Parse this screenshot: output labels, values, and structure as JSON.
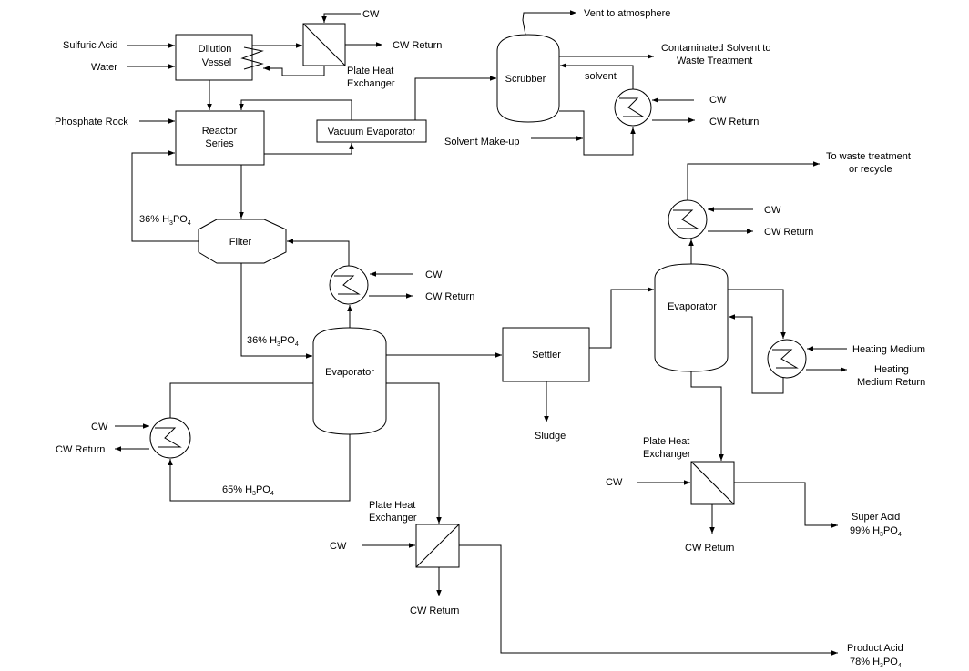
{
  "labels": {
    "cw": "CW",
    "cw_return": "CW Return",
    "plate_heat_exchanger_line1": "Plate Heat",
    "plate_heat_exchanger_line2": "Exchanger",
    "sulfuric_acid": "Sulfuric Acid",
    "water": "Water",
    "phosphate_rock": "Phosphate Rock",
    "vent": "Vent to atmosphere",
    "contaminated_line1": "Contaminated Solvent to",
    "contaminated_line2": "Waste Treatment",
    "solvent": "solvent",
    "solvent_makeup": "Solvent Make-up",
    "waste_line1": "To waste treatment",
    "waste_line2": "or recycle",
    "acid_36": "36% H",
    "acid_65": "65% H",
    "sludge": "Sludge",
    "heating_medium": "Heating Medium",
    "heating_medium_return_line1": "Heating",
    "heating_medium_return_line2": "Medium Return",
    "super_acid": "Super Acid",
    "acid_99": "99% H",
    "product_acid": "Product Acid",
    "acid_78": "78% H",
    "h3po4_sub3": "3",
    "h3po4_po": "PO",
    "h3po4_sub4": "4"
  },
  "units": {
    "dilution_vessel_line1": "Dilution",
    "dilution_vessel_line2": "Vessel",
    "reactor_line1": "Reactor",
    "reactor_line2": "Series",
    "vacuum_evaporator": "Vacuum Evaporator",
    "scrubber": "Scrubber",
    "filter": "Filter",
    "evaporator": "Evaporator",
    "settler": "Settler"
  }
}
